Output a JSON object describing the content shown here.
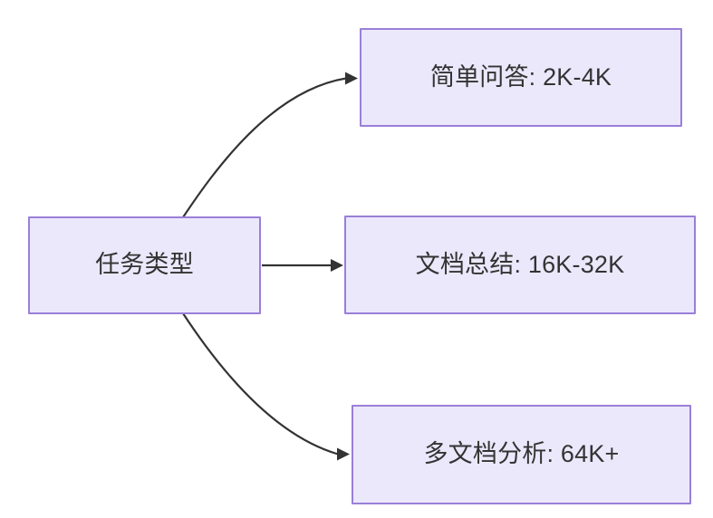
{
  "diagram": {
    "type": "flowchart",
    "direction": "left-to-right",
    "background_color": "#ffffff",
    "node_fill_color": "#ebe8fb",
    "node_border_color": "#9a7fd8",
    "text_color": "#333333",
    "edge_color": "#333333",
    "nodes": [
      {
        "id": "source",
        "label": "任务类型",
        "role": "root"
      },
      {
        "id": "simple",
        "label": "简单问答: 2K-4K",
        "role": "leaf"
      },
      {
        "id": "doc",
        "label": "文档总结: 16K-32K",
        "role": "leaf"
      },
      {
        "id": "multidoc",
        "label": "多文档分析: 64K+",
        "role": "leaf"
      }
    ],
    "edges": [
      {
        "id": "edge-source-simple",
        "from": "任务类型",
        "to": "简单问答: 2K-4K",
        "style": "curved",
        "arrow": "arrow-head-icon"
      },
      {
        "id": "edge-source-doc",
        "from": "任务类型",
        "to": "文档总结: 16K-32K",
        "style": "straight",
        "arrow": "arrow-head-icon"
      },
      {
        "id": "edge-source-multidoc",
        "from": "任务类型",
        "to": "多文档分析: 64K+",
        "style": "curved",
        "arrow": "arrow-head-icon"
      }
    ]
  }
}
